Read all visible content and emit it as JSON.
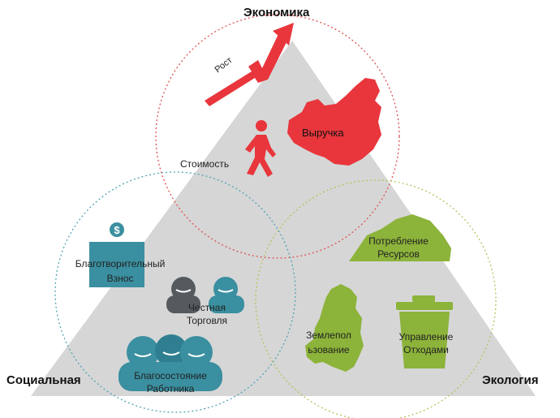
{
  "titles": {
    "economy": "Экономика",
    "social": "Социальная",
    "ecology": "Экология"
  },
  "economy": {
    "growth": "Рост",
    "revenue": "Выручка",
    "cost": "Стоимость"
  },
  "social": {
    "donation": [
      "Благотворительный",
      "Взнос"
    ],
    "fair_trade": [
      "Честная",
      "Торговля"
    ],
    "wellbeing": [
      "Благосостояние",
      "Работника"
    ]
  },
  "ecology": {
    "resources": [
      "Потребление",
      "Ресурсов"
    ],
    "land_use": [
      "Землепол",
      "ьзование"
    ],
    "waste": [
      "Управление",
      "Отходами"
    ]
  },
  "colors": {
    "triangle": "#d6d6d6",
    "economy": "#e8363c",
    "social": "#3a8fa0",
    "social_dark": "#555a5e",
    "ecology": "#8cb33a",
    "circle_economy": "#e05050",
    "circle_social": "#4fa3b5",
    "circle_ecology": "#b5c25a"
  },
  "icons": [
    "dollar-icon",
    "person-walking-icon",
    "china-map-icon",
    "growth-arrow-icon",
    "people-icon",
    "waste-bin-icon",
    "land-map-icon",
    "resource-pile-icon"
  ]
}
